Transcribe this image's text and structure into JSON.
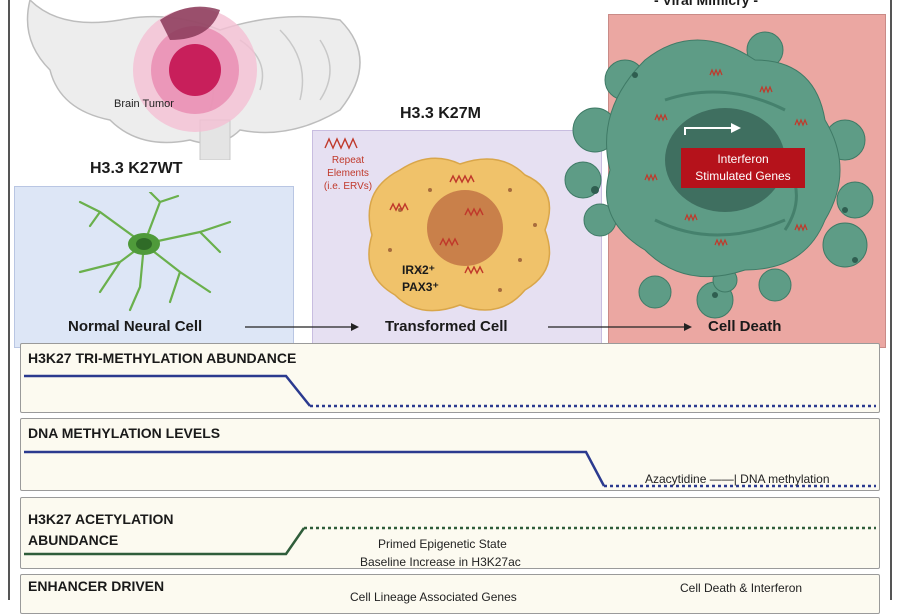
{
  "top": {
    "brain_label": "Brain Tumor",
    "viral_title": "- Viral Mimicry -"
  },
  "columns": {
    "wt_title": "H3.3 K27WT",
    "k27m_title": "H3.3 K27M",
    "normal_cell": "Normal Neural Cell",
    "transformed_cell": "Transformed Cell",
    "cell_death": "Cell Death"
  },
  "k27m_panel": {
    "repeat_line1": "Repeat",
    "repeat_line2": "Elements",
    "repeat_line3": "(i.e. ERVs)",
    "marker1": "IRX2⁺",
    "marker2": "PAX3⁺"
  },
  "viral_panel": {
    "isg_line1": "Interferon",
    "isg_line2": "Stimulated Genes"
  },
  "bars": {
    "h3k27me3": "H3K27 TRI-METHYLATION ABUNDANCE",
    "dna_meth": "DNA METHYLATION LEVELS",
    "azacytidine": "Azacytidine ——| DNA methylation",
    "h3k27ac_line1": "H3K27 ACETYLATION",
    "h3k27ac_line2": "ABUNDANCE",
    "primed": "Primed Epigenetic State",
    "baseline": "Baseline Increase in H3K27ac",
    "enhancer": "ENHANCER DRIVEN",
    "lineage": "Cell Lineage Associated Genes",
    "death_ifn": "Cell Death & Interferon"
  },
  "colors": {
    "h3k27me3_line": "#2b3a8f",
    "dna_line": "#2b3a8f",
    "ac_line": "#2f5d3a",
    "cell_green": "#5e9c86",
    "tumor_pink": "#d0245e",
    "isg_red": "#b5121b"
  },
  "icons": [
    "brain-icon",
    "neuron-icon",
    "tumor-cell-icon",
    "dying-cell-icon",
    "arrow-icon",
    "repeat-element-icon"
  ]
}
